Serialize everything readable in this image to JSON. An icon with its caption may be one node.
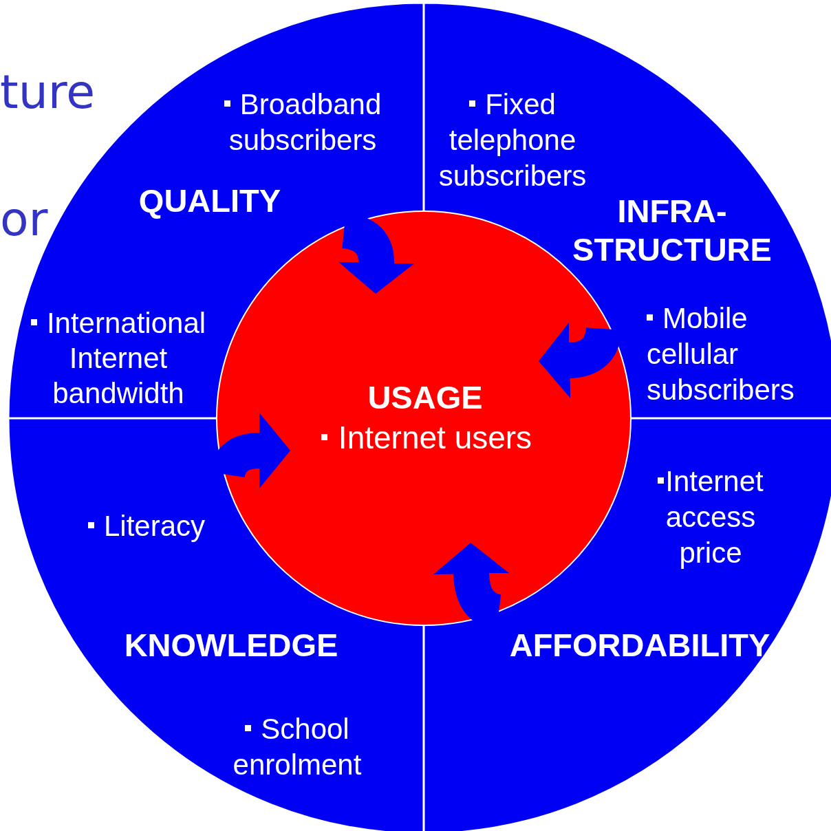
{
  "diagram": {
    "nodes": [
      {
        "text": [
          "Broadband subscribers",
          "QUALITY",
          "International Internet bandwidth"
        ]
      },
      {
        "text": [
          "Fixed telephone subscribers",
          "INFRA- STRUCTURE",
          "Mobile cellular subscribers"
        ]
      },
      {
        "text": [
          "Internet access price",
          "AFFORDABILITY"
        ]
      },
      {
        "text": [
          "Literacy",
          "KNOWLEDGE",
          "School enrolment"
        ]
      },
      {
        "text": [
          "USAGE",
          "Internet users"
        ]
      }
    ],
    "edges": [
      {
        "from": 0,
        "to": 4,
        "arrow": "to"
      },
      {
        "from": 1,
        "to": 4,
        "arrow": "to"
      },
      {
        "from": 2,
        "to": 4,
        "arrow": "to"
      },
      {
        "from": 3,
        "to": 4,
        "arrow": "to"
      }
    ],
    "labels": [
      "ture",
      "or"
    ]
  }
}
